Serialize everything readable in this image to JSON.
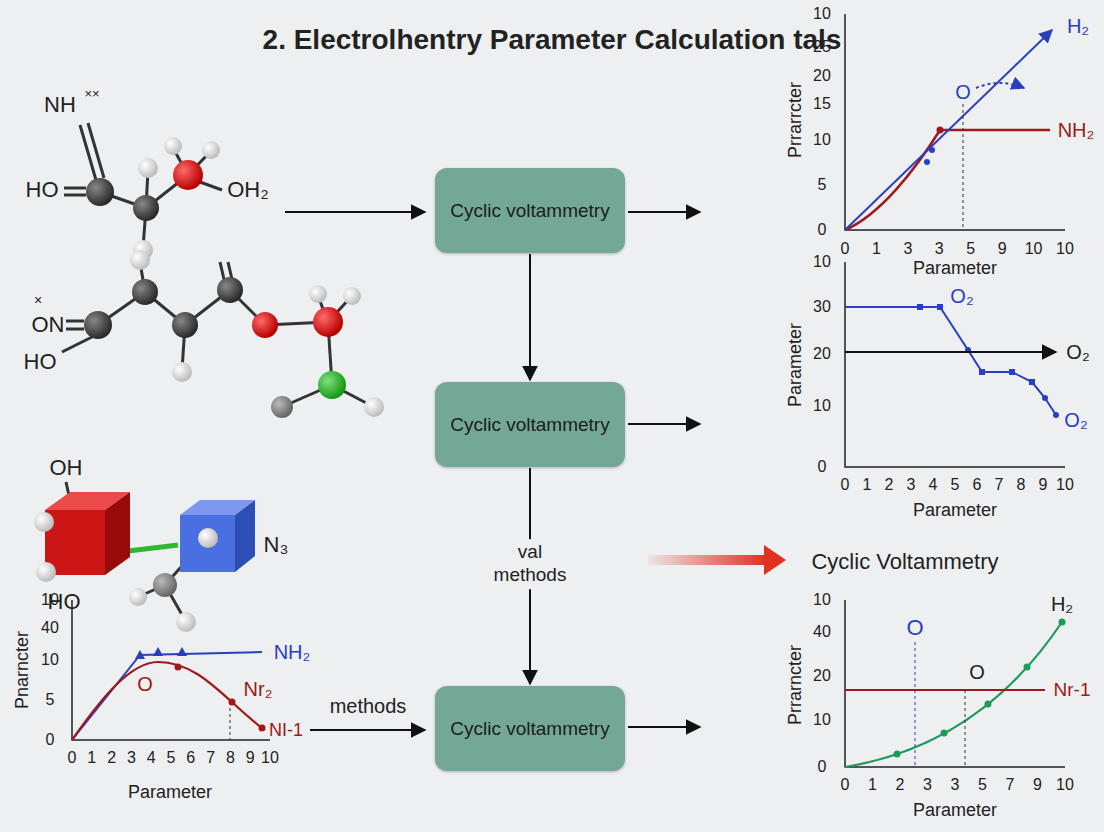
{
  "diagram": {
    "title": "2. Electrolhentry Parameter Calculation tals",
    "nodes": [
      {
        "text": [
          "Cyclic voltammetry"
        ]
      },
      {
        "text": [
          "Cyclic voltammetry"
        ]
      },
      {
        "text": [
          "Cyclic voltammetry"
        ]
      }
    ],
    "edges": [
      {
        "from": 0,
        "to": 1,
        "arrow": "to"
      },
      {
        "from": 1,
        "to": 2,
        "label": "val methods",
        "arrow": "to"
      }
    ],
    "labels": [
      "NH",
      "××",
      "HO",
      "OH₂",
      "×",
      "ON",
      "HO",
      "OH",
      "HO",
      "N₃",
      "Prrarrcter",
      "Parameter",
      "10",
      "25",
      "20",
      "15",
      "10",
      "5",
      "0",
      "0",
      "1",
      "3",
      "3",
      "5",
      "9",
      "10",
      "10",
      "O",
      "H₂",
      "NH₂",
      "Parameter",
      "Parameter",
      "10",
      "30",
      "20",
      "10",
      "0",
      "0",
      "1",
      "2",
      "3",
      "4",
      "5",
      "6",
      "7",
      "8",
      "9",
      "10",
      "O₂",
      "O₂",
      "O₂",
      "Cyclic Voltammetry",
      "methods",
      "Pnarncter",
      "Parameter",
      "10",
      "40",
      "10",
      "5",
      "0",
      "0",
      "1",
      "2",
      "3",
      "4",
      "5",
      "6",
      "7",
      "8",
      "9",
      "10",
      "NH₂",
      "O",
      "Nr₂",
      "NI-1",
      "Prrarncter",
      "Parameter",
      "10",
      "40",
      "20",
      "10",
      "0",
      "0",
      "1",
      "2",
      "3",
      "3",
      "5",
      "7",
      "9",
      "10",
      "O",
      "H₂",
      "O",
      "Nr-1"
    ]
  }
}
